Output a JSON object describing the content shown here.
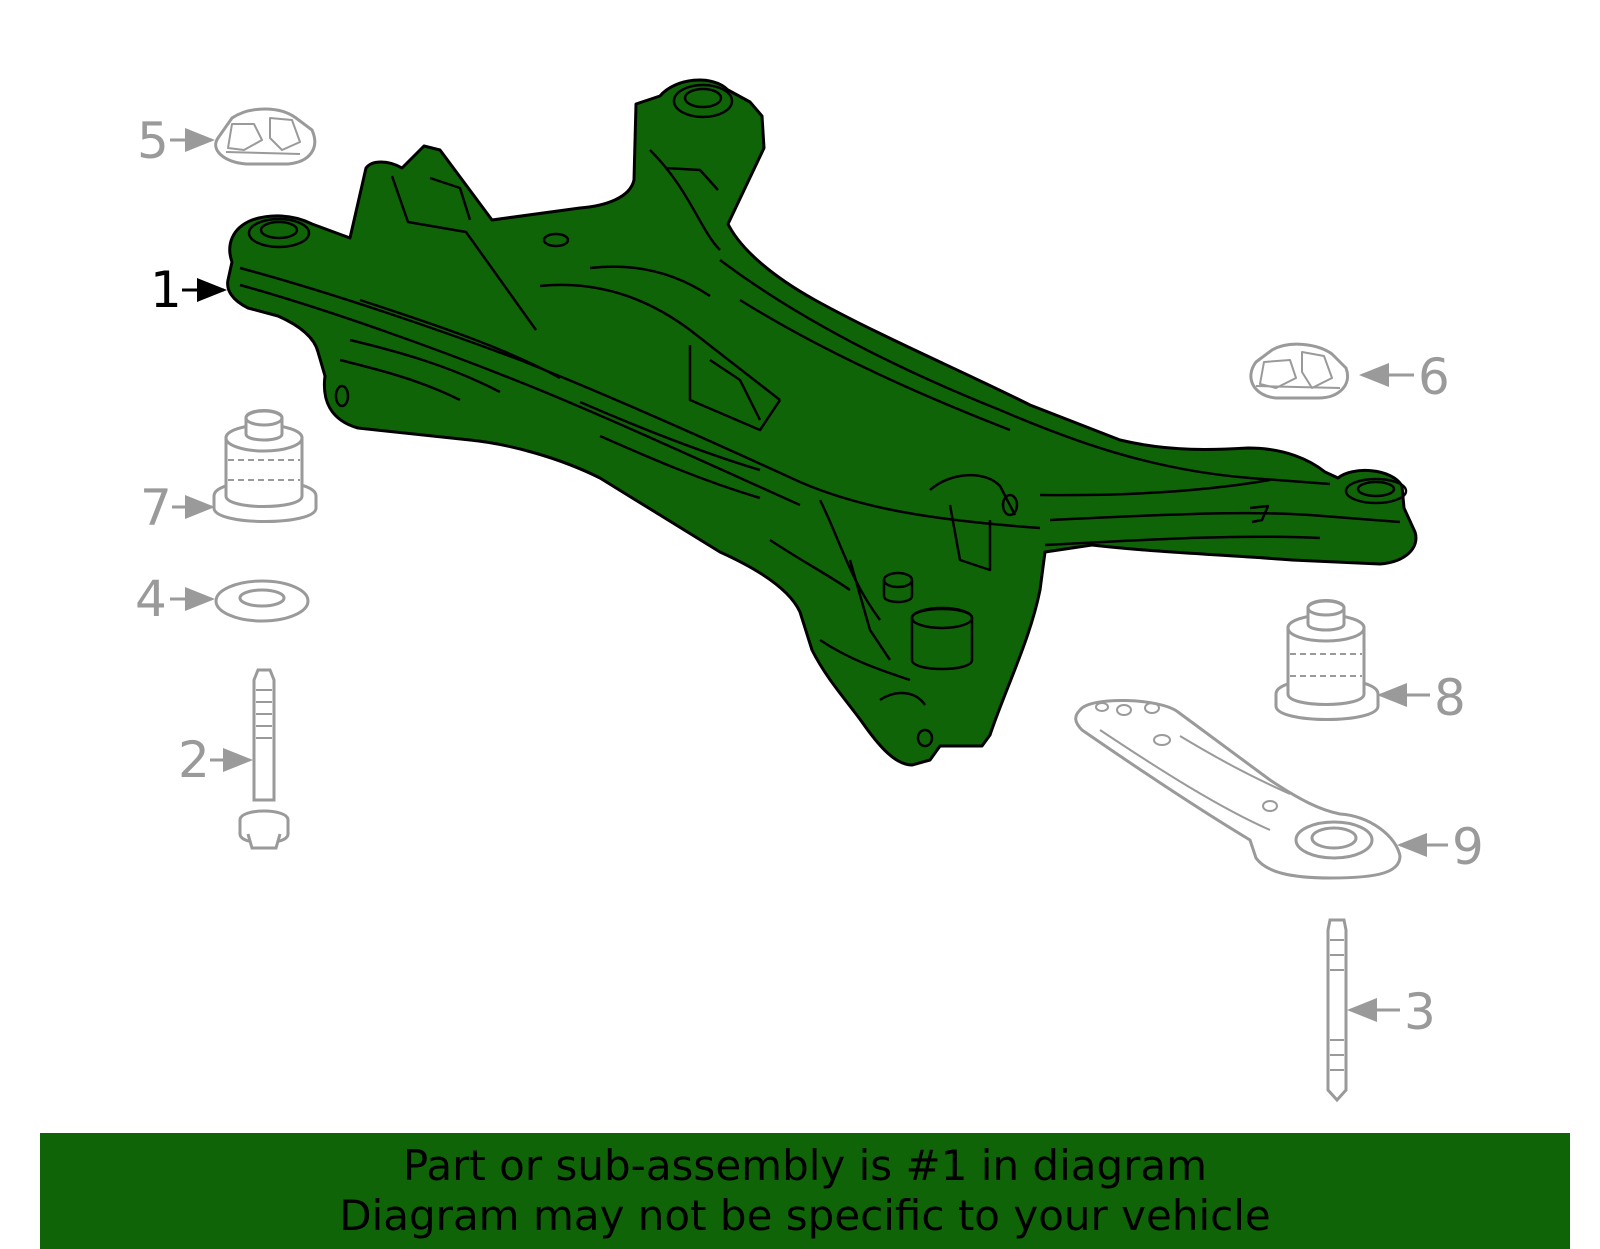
{
  "colors": {
    "highlight": "#106408",
    "outline": "#000000",
    "part_gray": "#9a9a9a",
    "banner_bg": "#106408",
    "banner_text": "#000000"
  },
  "callouts": {
    "c1": "1",
    "c2": "2",
    "c3": "3",
    "c4": "4",
    "c5": "5",
    "c6": "6",
    "c7": "7",
    "c8": "8",
    "c9": "9"
  },
  "banner": {
    "line1": "Part or sub-assembly is #1 in diagram",
    "line2": "Diagram may not be specific to your vehicle"
  }
}
